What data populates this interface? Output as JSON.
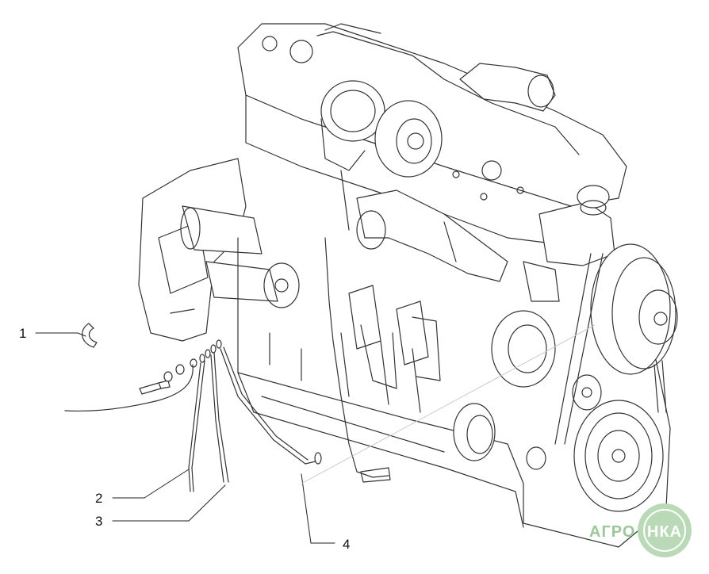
{
  "callouts": [
    {
      "id": "1",
      "label": "1"
    },
    {
      "id": "2",
      "label": "2"
    },
    {
      "id": "3",
      "label": "3"
    },
    {
      "id": "4",
      "label": "4"
    }
  ],
  "watermark": {
    "text": "АГРОНКА",
    "part_left": "АГРО",
    "part_right": "НКА"
  },
  "colors": {
    "line": "#333333",
    "logo": "#9bc79a",
    "background": "#ffffff"
  }
}
